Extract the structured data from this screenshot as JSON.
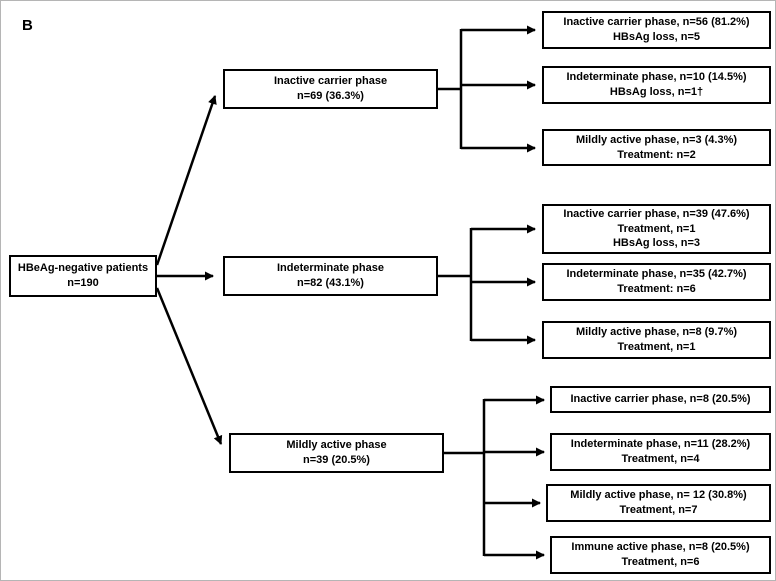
{
  "figure": {
    "panel_label": "B"
  },
  "colors": {
    "box_border": "#000000",
    "line": "#000000",
    "background": "#ffffff",
    "text": "#000000"
  },
  "root": {
    "lines": [
      "HBeAg-negative patients",
      "n=190"
    ]
  },
  "level1": [
    {
      "lines": [
        "Inactive carrier phase",
        "n=69 (36.3%)"
      ]
    },
    {
      "lines": [
        "Indeterminate phase",
        "n=82 (43.1%)"
      ]
    },
    {
      "lines": [
        "Mildly active phase",
        "n=39 (20.5%)"
      ]
    }
  ],
  "outcomes": {
    "inactive": [
      {
        "lines": [
          "Inactive carrier phase, n=56 (81.2%)",
          "HBsAg loss, n=5"
        ]
      },
      {
        "lines": [
          "Indeterminate phase, n=10 (14.5%)",
          "HBsAg loss, n=1†"
        ]
      },
      {
        "lines": [
          "Mildly active phase, n=3 (4.3%)",
          "Treatment: n=2"
        ]
      }
    ],
    "indeterminate": [
      {
        "lines": [
          "Inactive carrier phase, n=39 (47.6%)",
          "Treatment, n=1",
          "HBsAg loss, n=3"
        ]
      },
      {
        "lines": [
          "Indeterminate phase, n=35 (42.7%)",
          "Treatment: n=6"
        ]
      },
      {
        "lines": [
          "Mildly active phase, n=8 (9.7%)",
          "Treatment, n=1"
        ]
      }
    ],
    "mildly_active": [
      {
        "lines": [
          "Inactive carrier phase, n=8 (20.5%)"
        ]
      },
      {
        "lines": [
          "Indeterminate phase, n=11 (28.2%)",
          "Treatment, n=4"
        ]
      },
      {
        "lines": [
          "Mildly active phase, n= 12 (30.8%)",
          "Treatment, n=7"
        ]
      },
      {
        "lines": [
          "Immune active phase, n=8 (20.5%)",
          "Treatment, n=6"
        ]
      }
    ]
  }
}
